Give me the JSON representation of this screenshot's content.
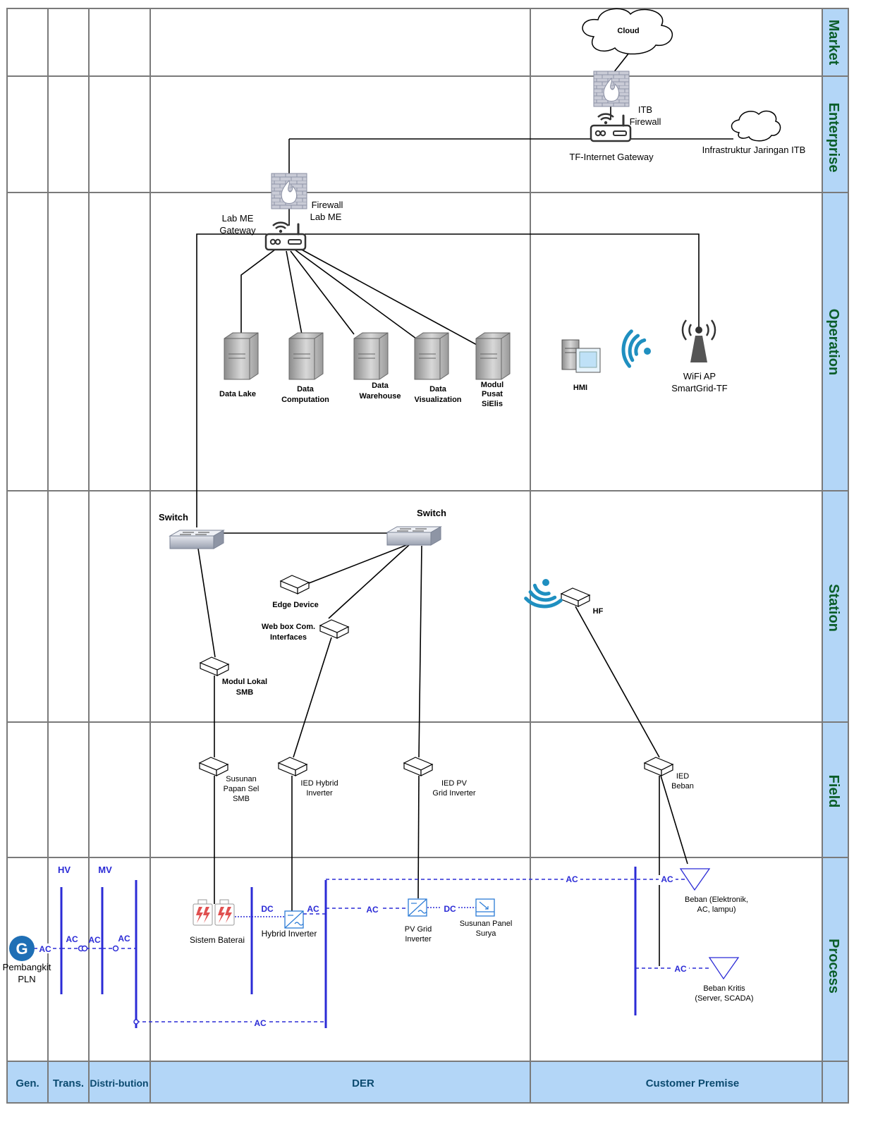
{
  "zones": {
    "market": "Market",
    "enterprise": "Enterprise",
    "operation": "Operation",
    "station": "Station",
    "field": "Field",
    "process": "Process"
  },
  "domains": {
    "generation": "Gen.",
    "transmission": "Trans.",
    "distribution": "Distri-bution",
    "der": "DER",
    "customer_premise": "Customer Premise"
  },
  "nodes": {
    "cloud": "Cloud",
    "itb_firewall_line1": "ITB",
    "itb_firewall_line2": "Firewall",
    "tf_internet_gateway": "TF-Internet Gateway",
    "infrastruktur_itb": "Infrastruktur Jaringan ITB",
    "firewall_lab_line1": "Firewall",
    "firewall_lab_line2": "Lab ME",
    "lab_gateway_line1": "Lab ME",
    "lab_gateway_line2": "Gateway",
    "data_lake": "Data Lake",
    "data_computation_line1": "Data",
    "data_computation_line2": "Computation",
    "data_warehouse_line1": "Data",
    "data_warehouse_line2": "Warehouse",
    "data_visualization_line1": "Data",
    "data_visualization_line2": "Visualization",
    "modul_pusat_line1": "Modul",
    "modul_pusat_line2": "Pusat",
    "modul_pusat_line3": "SiElis",
    "hmi": "HMI",
    "wifi_ap_line1": "WiFi AP",
    "wifi_ap_line2": "SmartGrid-TF",
    "switch_left": "Switch",
    "switch_right": "Switch",
    "edge_device": "Edge Device",
    "web_box_line1": "Web box Com.",
    "web_box_line2": "Interfaces",
    "hf": "HF",
    "modul_lokal_line1": "Modul Lokal",
    "modul_lokal_line2": "SMB",
    "susunan_papan_line1": "Susunan",
    "susunan_papan_line2": "Papan Sel",
    "susunan_papan_line3": "SMB",
    "ied_hybrid_line1": "IED Hybrid",
    "ied_hybrid_line2": "Inverter",
    "ied_pv_line1": "IED PV",
    "ied_pv_line2": "Grid Inverter",
    "ied_beban_line1": "IED",
    "ied_beban_line2": "Beban",
    "sistem_baterai": "Sistem Baterai",
    "hybrid_inverter": "Hybrid Inverter",
    "pv_grid_inverter_line1": "PV Grid",
    "pv_grid_inverter_line2": "Inverter",
    "susunan_panel_line1": "Susunan Panel",
    "susunan_panel_line2": "Surya",
    "beban_line1": "Beban (Elektronik,",
    "beban_line2": "AC, lampu)",
    "beban_kritis_line1": "Beban Kritis",
    "beban_kritis_line2": "(Server, SCADA)",
    "generator_symbol": "G",
    "pembangkit_line1": "Pembangkit",
    "pembangkit_line2": "PLN"
  },
  "voltage_levels": {
    "hv": "HV",
    "mv": "MV"
  },
  "connection_labels": {
    "ac": "AC",
    "dc": "DC"
  },
  "colors": {
    "zone_band": "#b3d6f7",
    "zone_text": "#0b5e2a",
    "grid_line": "#7a7a7a",
    "power_line": "#2b2bd6",
    "wireless": "#1f8fc0",
    "generator": "#1f6fb5",
    "battery": "#e05050"
  }
}
